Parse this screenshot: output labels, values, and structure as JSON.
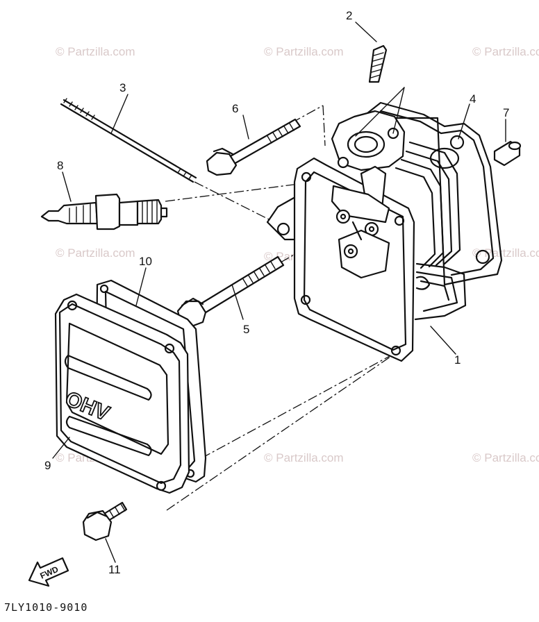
{
  "watermark": "© Partzilla.com",
  "diagram_code": "7LY1010-9010",
  "fwd_label": "FWD",
  "cover_marking": "OHV",
  "callouts": {
    "c1": "1",
    "c2": "2",
    "c3": "3",
    "c4": "4",
    "c5": "5",
    "c6": "6",
    "c7": "7",
    "c8": "8",
    "c9": "9",
    "c10": "10",
    "c11": "11"
  }
}
